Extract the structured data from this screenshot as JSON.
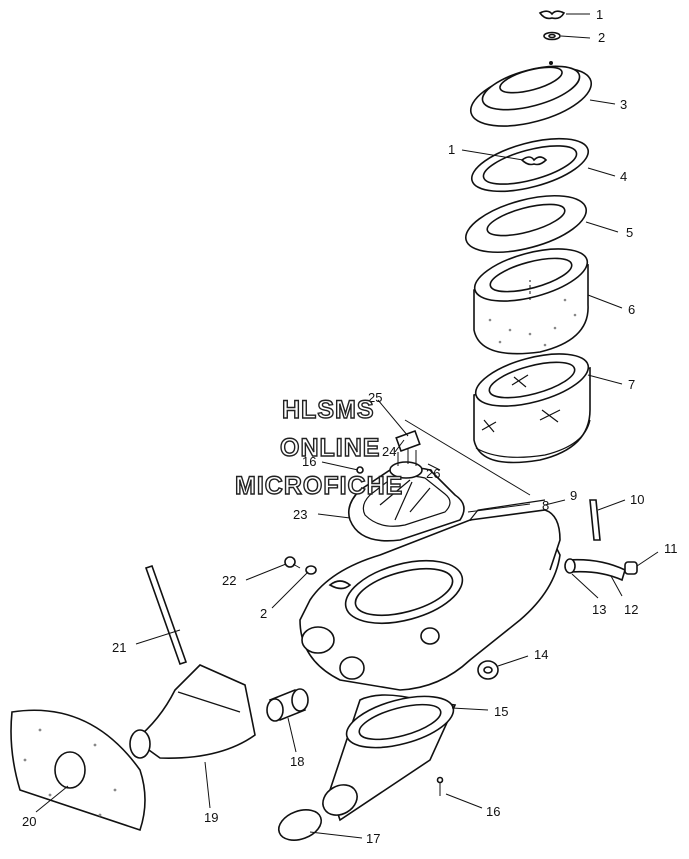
{
  "watermark": {
    "line1": "HLSMS",
    "line2": "ONLINE",
    "line3": "MICROFICHE"
  },
  "callouts": [
    "1",
    "2",
    "3",
    "1",
    "4",
    "5",
    "6",
    "7",
    "25",
    "24",
    "16",
    "26",
    "8",
    "9",
    "10",
    "23",
    "11",
    "22",
    "12",
    "13",
    "2",
    "14",
    "21",
    "15",
    "18",
    "19",
    "20",
    "16",
    "17"
  ],
  "colors": {
    "ink": "#111111",
    "paper": "#ffffff",
    "foam": "#888888"
  }
}
